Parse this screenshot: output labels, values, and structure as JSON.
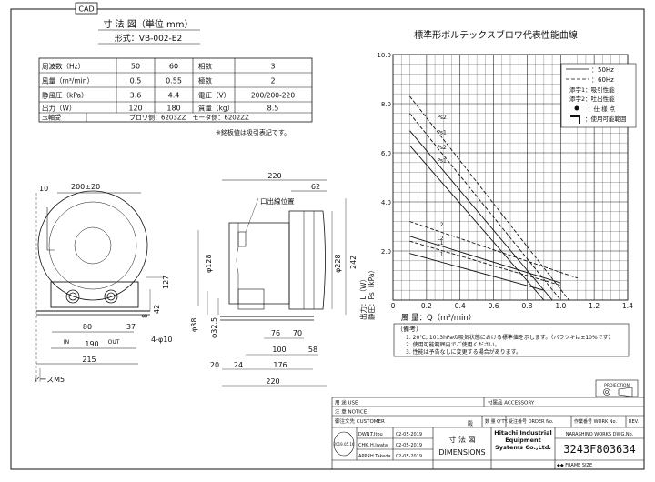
{
  "cad_label": "CAD",
  "drawing_title": "寸 法 図（単位 mm）",
  "model": "形式：VB-002-E2",
  "spec_table": {
    "rows": [
      {
        "label": "周波数（Hz）",
        "v50": "50",
        "v60": "60",
        "label2": "相数",
        "value2": "3"
      },
      {
        "label": "風量（m³/min）",
        "v50": "0.5",
        "v60": "0.55",
        "label2": "極数",
        "value2": "2"
      },
      {
        "label": "静風圧（kPa）",
        "v50": "3.6",
        "v60": "4.4",
        "label2": "電圧（V）",
        "value2": "200/200-220"
      },
      {
        "label": "出力（W）",
        "v50": "120",
        "v60": "180",
        "label2": "質量（kg）",
        "value2": "8.5"
      }
    ],
    "bearing_label": "玉軸受",
    "bearing_value": "ブロワ側：6203ZZ　モータ側：6202ZZ",
    "footnote": "※銘板値は吸引表記です。"
  },
  "front_view": {
    "dims": [
      "10",
      "200±20",
      "127",
      "42",
      "8",
      "80",
      "37",
      "190",
      "215",
      "4-φ10"
    ],
    "port_labels": [
      "IN",
      "OUT"
    ],
    "earth_label": "アースM5"
  },
  "side_view": {
    "dims": [
      "220",
      "62",
      "φ128",
      "φ228",
      "242",
      "φ38",
      "φ32.5",
      "76",
      "70",
      "100",
      "58",
      "20",
      "24",
      "176",
      "220"
    ],
    "outlet_label": "口出線位置"
  },
  "chart_title": "標準形ボルテックスブロワ代表性能曲線",
  "chart_data": {
    "type": "line",
    "xlabel": "風 量：Q（m³/min）",
    "ylabel": "静圧：Ps（kPa）",
    "ylabel2": "出力：L（W）",
    "xticks": [
      "0",
      "0.2",
      "0.4",
      "0.6",
      "0.8",
      "1.0",
      "1.2",
      "1.4"
    ],
    "yticks": [
      "2.0",
      "4.0",
      "6.0",
      "8.0",
      "10.0"
    ],
    "xlim": [
      0,
      1.4
    ],
    "ylim": [
      0,
      10
    ],
    "legend": [
      "：50Hz",
      "：60Hz",
      "添字1：吸引性能",
      "添字2：吐出性能",
      "：仕 様 点",
      "：使用可能範囲"
    ],
    "series": [
      {
        "name": "Ps2",
        "hz": 60,
        "x": [
          0.1,
          1.05
        ],
        "y": [
          8.3,
          0.0
        ]
      },
      {
        "name": "Ps2",
        "hz": 50,
        "x": [
          0.1,
          0.95
        ],
        "y": [
          6.9,
          0.0
        ]
      },
      {
        "name": "Ps1",
        "hz": 60,
        "x": [
          0.1,
          1.0
        ],
        "y": [
          7.6,
          0.0
        ]
      },
      {
        "name": "Ps1",
        "hz": 50,
        "x": [
          0.1,
          0.9
        ],
        "y": [
          6.3,
          0.0
        ]
      },
      {
        "name": "L2",
        "hz": 60,
        "x": [
          0.1,
          1.1
        ],
        "y": [
          3.2,
          0.9
        ]
      },
      {
        "name": "L2",
        "hz": 50,
        "x": [
          0.1,
          1.0
        ],
        "y": [
          2.6,
          0.7
        ]
      },
      {
        "name": "L1",
        "hz": 60,
        "x": [
          0.1,
          1.0
        ],
        "y": [
          2.4,
          0.6
        ]
      },
      {
        "name": "L1",
        "hz": 50,
        "x": [
          0.1,
          0.9
        ],
        "y": [
          1.9,
          0.4
        ]
      }
    ],
    "notes_title": "（備考）",
    "notes": [
      "1. 20℃, 1013hPaの吸気状態における標準値を示します。（バラツキは±10%です）",
      "2. 使用可能範囲内でご使用ください。",
      "3. 性能は予告なしに変更する場合があります。"
    ]
  },
  "title_block": {
    "projection_label": "PROJECTION",
    "use_label": "用 途 USE",
    "accessory_label": "付属品 ACCESSORY",
    "notice_label": "注 意 NOTICE",
    "customer_label": "御注文先 CUSTOMER",
    "customer_suffix": "殿",
    "qty_label": "数 量 Q'TY.",
    "order_label": "受注番号 ORDER No.",
    "work_label": "作業番号 WORK No.",
    "rev_label": "REV.",
    "drawn_label": "DWN.",
    "drawn_name": "T.Itou",
    "drawn_date": "02-05-2019",
    "checked_label": "CHK.",
    "checked_name": "H.Iwata",
    "checked_date": "02-05-2019",
    "approved_label": "APPR.",
    "approved_name": "H.Takeda",
    "approved_date": "02-05-2019",
    "stamp_text": "2019.05.16",
    "title_jp": "寸 法 図",
    "title_en": "DIMENSIONS",
    "company": "Hitachi Industrial Equipment Systems Co.,Ltd.",
    "works_label": "NARASHINO WORKS DWG.No.",
    "dwg_number": "3243F803634",
    "frame_size": "◆◆ FRAME SIZE"
  }
}
